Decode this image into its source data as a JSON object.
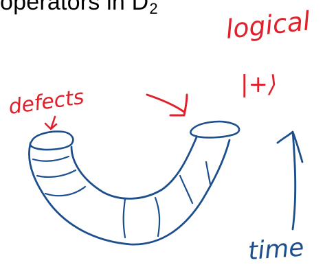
{
  "title": {
    "text": "operators in D",
    "subscript": "2"
  },
  "annotations": {
    "defects": "defects",
    "logical_word": "logical",
    "logical_state": "|+⟩",
    "time": "time"
  },
  "colors": {
    "red_ink": "#e0202a",
    "blue_ink": "#1d4f8c",
    "background": "#ffffff",
    "title_text": "#000000"
  }
}
